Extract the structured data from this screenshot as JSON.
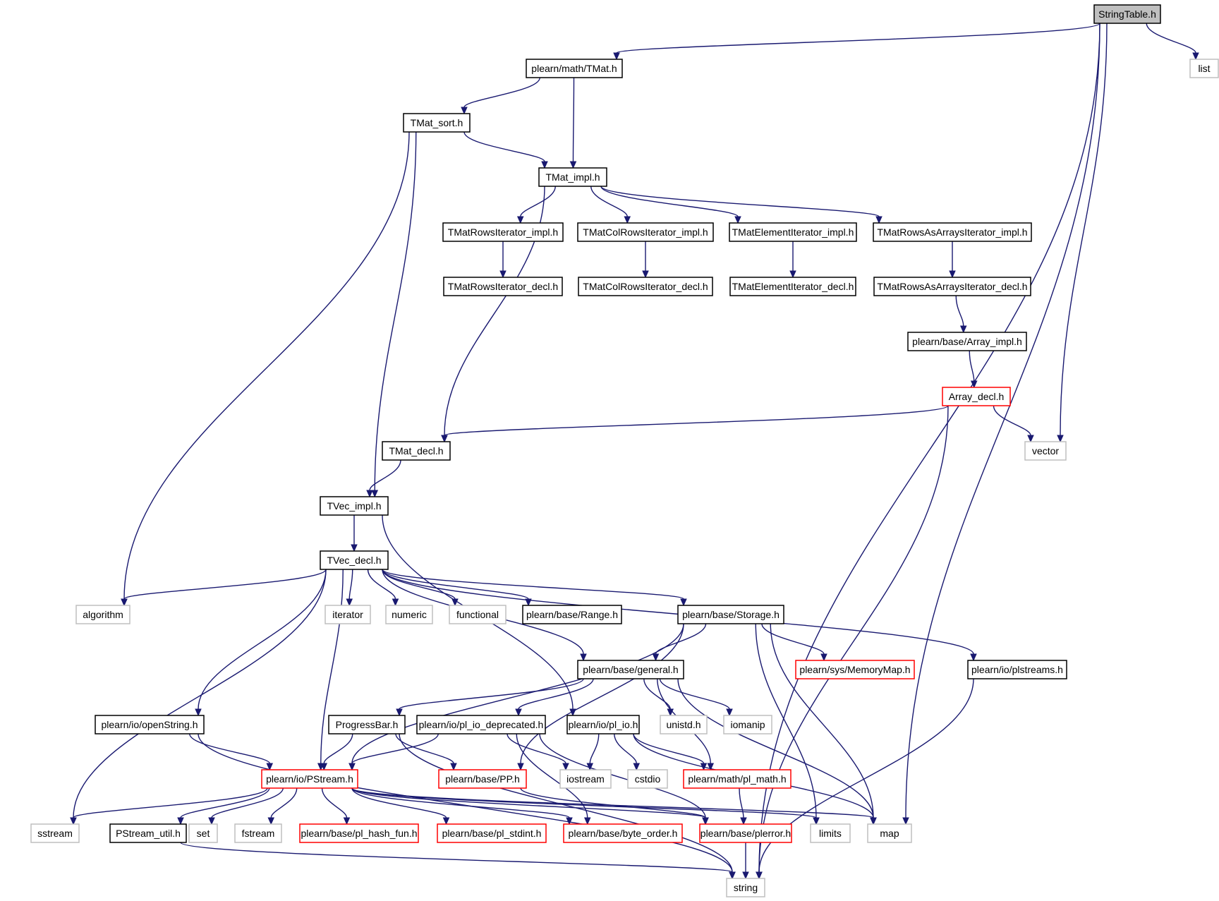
{
  "colors": {
    "edge": "#191970",
    "root_fill": "#bfbfbf",
    "normal_border": "#000000",
    "external_border": "#bfbfbf",
    "truncated_border": "#ff0000",
    "text": "#000000",
    "background": "#ffffff"
  },
  "nodes": [
    {
      "id": "stringtable",
      "label": "StringTable.h",
      "kind": "root"
    },
    {
      "id": "tmat",
      "label": "plearn/math/TMat.h",
      "kind": "normal"
    },
    {
      "id": "list",
      "label": "list",
      "kind": "external"
    },
    {
      "id": "tmatsort",
      "label": "TMat_sort.h",
      "kind": "normal"
    },
    {
      "id": "tmatimpl",
      "label": "TMat_impl.h",
      "kind": "normal"
    },
    {
      "id": "rowsiterimpl",
      "label": "TMatRowsIterator_impl.h",
      "kind": "normal"
    },
    {
      "id": "colrowsiterimpl",
      "label": "TMatColRowsIterator_impl.h",
      "kind": "normal"
    },
    {
      "id": "elemiterimpl",
      "label": "TMatElementIterator_impl.h",
      "kind": "normal"
    },
    {
      "id": "rowsarraysiterimpl",
      "label": "TMatRowsAsArraysIterator_impl.h",
      "kind": "normal"
    },
    {
      "id": "rowsiterdecl",
      "label": "TMatRowsIterator_decl.h",
      "kind": "normal"
    },
    {
      "id": "colrowsiterdecl",
      "label": "TMatColRowsIterator_decl.h",
      "kind": "normal"
    },
    {
      "id": "elemiterdecl",
      "label": "TMatElementIterator_decl.h",
      "kind": "normal"
    },
    {
      "id": "rowsarraysiterdecl",
      "label": "TMatRowsAsArraysIterator_decl.h",
      "kind": "normal"
    },
    {
      "id": "arrayimpl",
      "label": "plearn/base/Array_impl.h",
      "kind": "normal"
    },
    {
      "id": "arraydecl",
      "label": "Array_decl.h",
      "kind": "truncated"
    },
    {
      "id": "tmatdecl",
      "label": "TMat_decl.h",
      "kind": "normal"
    },
    {
      "id": "vector",
      "label": "vector",
      "kind": "external"
    },
    {
      "id": "tvecimpl",
      "label": "TVec_impl.h",
      "kind": "normal"
    },
    {
      "id": "tvecdecl",
      "label": "TVec_decl.h",
      "kind": "normal"
    },
    {
      "id": "algorithm",
      "label": "algorithm",
      "kind": "external"
    },
    {
      "id": "iterator",
      "label": "iterator",
      "kind": "external"
    },
    {
      "id": "numeric",
      "label": "numeric",
      "kind": "external"
    },
    {
      "id": "functional",
      "label": "functional",
      "kind": "external"
    },
    {
      "id": "range",
      "label": "plearn/base/Range.h",
      "kind": "normal"
    },
    {
      "id": "storage",
      "label": "plearn/base/Storage.h",
      "kind": "normal"
    },
    {
      "id": "memorymap",
      "label": "plearn/sys/MemoryMap.h",
      "kind": "truncated"
    },
    {
      "id": "general",
      "label": "plearn/base/general.h",
      "kind": "normal"
    },
    {
      "id": "plstreams",
      "label": "plearn/io/plstreams.h",
      "kind": "normal"
    },
    {
      "id": "openstring",
      "label": "plearn/io/openString.h",
      "kind": "normal"
    },
    {
      "id": "progressbar",
      "label": "ProgressBar.h",
      "kind": "normal"
    },
    {
      "id": "pliodeprecated",
      "label": "plearn/io/pl_io_deprecated.h",
      "kind": "normal"
    },
    {
      "id": "plio",
      "label": "plearn/io/pl_io.h",
      "kind": "normal"
    },
    {
      "id": "unistd",
      "label": "unistd.h",
      "kind": "external"
    },
    {
      "id": "iomanip",
      "label": "iomanip",
      "kind": "external"
    },
    {
      "id": "pstream",
      "label": "plearn/io/PStream.h",
      "kind": "truncated"
    },
    {
      "id": "pp",
      "label": "plearn/base/PP.h",
      "kind": "truncated"
    },
    {
      "id": "iostream",
      "label": "iostream",
      "kind": "external"
    },
    {
      "id": "cstdio",
      "label": "cstdio",
      "kind": "external"
    },
    {
      "id": "plmath",
      "label": "plearn/math/pl_math.h",
      "kind": "truncated"
    },
    {
      "id": "sstream",
      "label": "sstream",
      "kind": "external"
    },
    {
      "id": "pstreamutil",
      "label": "PStream_util.h",
      "kind": "normal"
    },
    {
      "id": "set",
      "label": "set",
      "kind": "external"
    },
    {
      "id": "fstream",
      "label": "fstream",
      "kind": "external"
    },
    {
      "id": "plhashfun",
      "label": "plearn/base/pl_hash_fun.h",
      "kind": "truncated"
    },
    {
      "id": "plstdint",
      "label": "plearn/base/pl_stdint.h",
      "kind": "truncated"
    },
    {
      "id": "byteorder",
      "label": "plearn/base/byte_order.h",
      "kind": "truncated"
    },
    {
      "id": "plerror",
      "label": "plearn/base/plerror.h",
      "kind": "truncated"
    },
    {
      "id": "limits",
      "label": "limits",
      "kind": "external"
    },
    {
      "id": "map",
      "label": "map",
      "kind": "external"
    },
    {
      "id": "string",
      "label": "string",
      "kind": "external"
    }
  ],
  "edges": [
    [
      "stringtable",
      "tmat"
    ],
    [
      "stringtable",
      "list"
    ],
    [
      "stringtable",
      "vector"
    ],
    [
      "stringtable",
      "map"
    ],
    [
      "stringtable",
      "string"
    ],
    [
      "tmat",
      "tmatsort"
    ],
    [
      "tmat",
      "tmatimpl"
    ],
    [
      "tmatsort",
      "tmatimpl"
    ],
    [
      "tmatsort",
      "algorithm"
    ],
    [
      "tmatsort",
      "tvecimpl"
    ],
    [
      "tmatimpl",
      "rowsiterimpl"
    ],
    [
      "tmatimpl",
      "colrowsiterimpl"
    ],
    [
      "tmatimpl",
      "elemiterimpl"
    ],
    [
      "tmatimpl",
      "rowsarraysiterimpl"
    ],
    [
      "tmatimpl",
      "tmatdecl"
    ],
    [
      "rowsiterimpl",
      "rowsiterdecl"
    ],
    [
      "colrowsiterimpl",
      "colrowsiterdecl"
    ],
    [
      "elemiterimpl",
      "elemiterdecl"
    ],
    [
      "rowsarraysiterimpl",
      "rowsarraysiterdecl"
    ],
    [
      "rowsarraysiterdecl",
      "arrayimpl"
    ],
    [
      "arrayimpl",
      "arraydecl"
    ],
    [
      "arraydecl",
      "tmatdecl"
    ],
    [
      "arraydecl",
      "vector"
    ],
    [
      "arraydecl",
      "string"
    ],
    [
      "tmatdecl",
      "tvecimpl"
    ],
    [
      "tvecimpl",
      "tvecdecl"
    ],
    [
      "tvecimpl",
      "plio"
    ],
    [
      "tvecdecl",
      "algorithm"
    ],
    [
      "tvecdecl",
      "iterator"
    ],
    [
      "tvecdecl",
      "numeric"
    ],
    [
      "tvecdecl",
      "functional"
    ],
    [
      "tvecdecl",
      "range"
    ],
    [
      "tvecdecl",
      "storage"
    ],
    [
      "tvecdecl",
      "plstreams"
    ],
    [
      "tvecdecl",
      "openstring"
    ],
    [
      "tvecdecl",
      "sstream"
    ],
    [
      "tvecdecl",
      "pstream"
    ],
    [
      "tvecdecl",
      "general"
    ],
    [
      "storage",
      "general"
    ],
    [
      "storage",
      "memorymap"
    ],
    [
      "storage",
      "map"
    ],
    [
      "storage",
      "limits"
    ],
    [
      "storage",
      "pstream"
    ],
    [
      "storage",
      "pp"
    ],
    [
      "general",
      "progressbar"
    ],
    [
      "general",
      "pliodeprecated"
    ],
    [
      "general",
      "unistd"
    ],
    [
      "general",
      "iomanip"
    ],
    [
      "general",
      "map"
    ],
    [
      "general",
      "plmath"
    ],
    [
      "plstreams",
      "string"
    ],
    [
      "openstring",
      "pstream"
    ],
    [
      "openstring",
      "string"
    ],
    [
      "progressbar",
      "pstream"
    ],
    [
      "progressbar",
      "pp"
    ],
    [
      "progressbar",
      "string"
    ],
    [
      "pliodeprecated",
      "pstream"
    ],
    [
      "pliodeprecated",
      "iostream"
    ],
    [
      "pliodeprecated",
      "byteorder"
    ],
    [
      "pliodeprecated",
      "plerror"
    ],
    [
      "plio",
      "iostream"
    ],
    [
      "plio",
      "cstdio"
    ],
    [
      "plio",
      "plmath"
    ],
    [
      "plio",
      "map"
    ],
    [
      "pstream",
      "sstream"
    ],
    [
      "pstream",
      "pstreamutil"
    ],
    [
      "pstream",
      "set"
    ],
    [
      "pstream",
      "fstream"
    ],
    [
      "pstream",
      "plhashfun"
    ],
    [
      "pstream",
      "plstdint"
    ],
    [
      "pstream",
      "byteorder"
    ],
    [
      "pstream",
      "plerror"
    ],
    [
      "pstream",
      "limits"
    ],
    [
      "pstream",
      "map"
    ],
    [
      "pp",
      "plerror"
    ],
    [
      "plmath",
      "plerror"
    ],
    [
      "pstreamutil",
      "string"
    ],
    [
      "plerror",
      "string"
    ]
  ]
}
